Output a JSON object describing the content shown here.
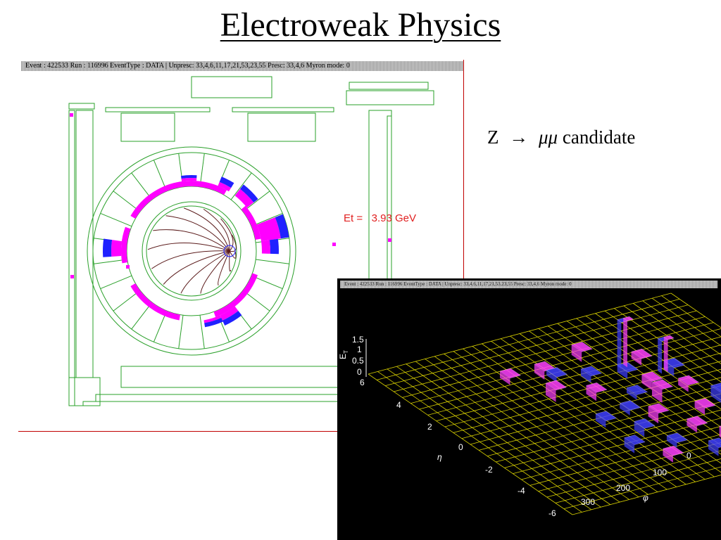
{
  "slide": {
    "title": "Electroweak Physics",
    "candidate": {
      "z": "Z",
      "arrow": "→",
      "mumu": "μμ",
      "word": "candidate"
    }
  },
  "event_display": {
    "status": "Event : 422533 Run : 116996 EventType : DATA | Unpresc: 33,4,6,11,17,21,53,23,55 Presc: 33,4,6 Myron mode: 0",
    "et_text": "Et =   3.93 GeV",
    "colors": {
      "frame": "#2aa02a",
      "track": "#5a1a1a",
      "em": "#ff00ff",
      "had": "#2020ff",
      "et": "#e02020"
    }
  },
  "lego_plot": {
    "status": "Event : 422533 Run : 116996 EventType : DATA | Unpresc: 33,4,6,11,17,21,53,23,55 Presc: 33,4,6 Myron mode: 0",
    "et_ticks": [
      "1.5",
      "1",
      "0.5",
      "0"
    ],
    "et_axis": "E",
    "et_sub": "T",
    "eta_ticks": [
      "6",
      "4",
      "2",
      "0",
      "-2",
      "-4",
      "-6"
    ],
    "eta_axis": "η",
    "phi_ticks": [
      "0",
      "100",
      "200",
      "300"
    ],
    "phi_axis": "φ",
    "colors": {
      "grid": "#d8d000",
      "em": "#ff40ff",
      "had": "#4040ff",
      "text": "#ffffff"
    }
  }
}
